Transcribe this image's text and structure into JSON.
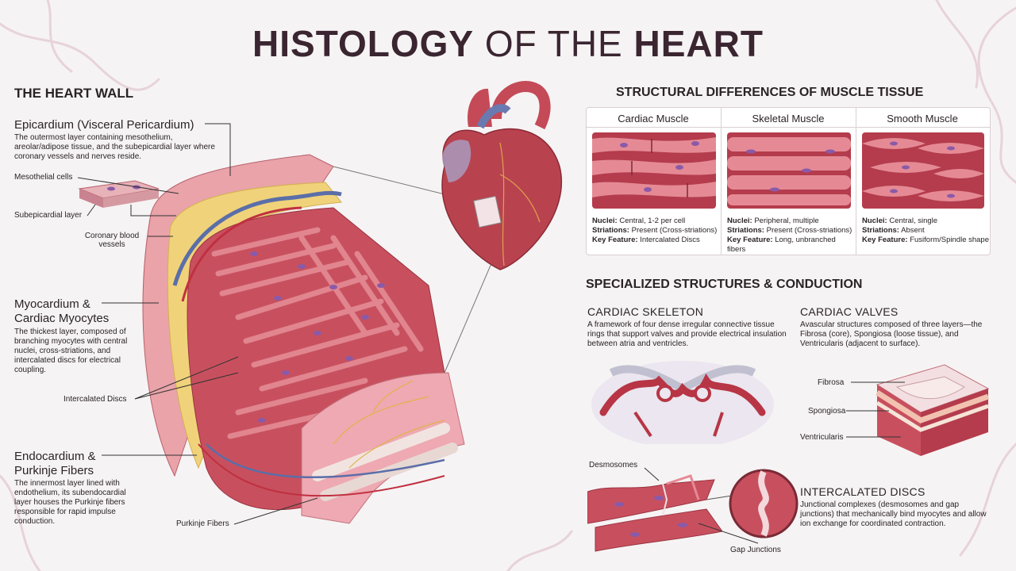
{
  "title": {
    "bold1": "HISTOLOGY",
    "light": "OF THE",
    "bold2": "HEART"
  },
  "heart_wall": {
    "heading": "THE HEART WALL",
    "epicardium": {
      "heading": "Epicardium (Visceral Pericardium)",
      "text": "The outermost layer containing mesothelium, areolar/adipose tissue, and the subepicardial layer where coronary vessels and nerves reside."
    },
    "mesothelial_cells": "Mesothelial cells",
    "subepicardial_layer": "Subepicardial layer",
    "coronary_vessels": "Coronary blood vessels",
    "myocardium": {
      "heading_line1": "Myocardium &",
      "heading_line2": "Cardiac Myocytes",
      "text": "The thickest layer, composed of branching myocytes with central nuclei, cross-striations, and intercalated discs for electrical coupling."
    },
    "intercalated_discs_label": "Intercalated Discs",
    "endocardium": {
      "heading_line1": "Endocardium &",
      "heading_line2": "Purkinje Fibers",
      "text": "The innermost layer lined with endothelium, its subendocardial layer houses the Purkinje fibers responsible for rapid impulse conduction."
    },
    "purkinje_label": "Purkinje Fibers"
  },
  "structural": {
    "heading": "STRUCTURAL DIFFERENCES OF MUSCLE TISSUE",
    "columns": [
      {
        "name": "Cardiac Muscle",
        "nuclei": "Central, 1-2 per cell",
        "striations": "Present (Cross-striations)",
        "key": "Intercalated Discs"
      },
      {
        "name": "Skeletal Muscle",
        "nuclei": "Peripheral, multiple",
        "striations": "Present (Cross-striations)",
        "key": "Long, unbranched fibers"
      },
      {
        "name": "Smooth Muscle",
        "nuclei": "Central, single",
        "striations": "Absent",
        "key": "Fusiform/Spindle shape"
      }
    ],
    "labels": {
      "nuclei": "Nuclei:",
      "striations": "Striations:",
      "key": "Key Feature:"
    }
  },
  "specialized": {
    "heading": "SPECIALIZED STRUCTURES & CONDUCTION",
    "skeleton": {
      "heading": "CARDIAC SKELETON",
      "text": "A framework of four dense irregular connective tissue rings that support valves and provide electrical insulation between atria and ventricles."
    },
    "valves": {
      "heading": "CARDIAC VALVES",
      "text": "Avascular structures composed of three layers—the Fibrosa (core), Spongiosa (loose tissue), and Ventricularis (adjacent to surface).",
      "fibrosa": "Fibrosa",
      "spongiosa": "Spongiosa",
      "ventricularis": "Ventricularis"
    },
    "discs": {
      "heading": "INTERCALATED DISCS",
      "text": "Junctional complexes (desmosomes and gap junctions) that mechanically bind myocytes and allow ion exchange for coordinated contraction.",
      "desmosomes": "Desmosomes",
      "gap_junctions": "Gap Junctions"
    }
  },
  "colors": {
    "muscle": "#c8505e",
    "muscle_light": "#e08a93",
    "fat": "#f0d27a",
    "nucleus": "#8a5aa8",
    "title": "#3a2530"
  }
}
